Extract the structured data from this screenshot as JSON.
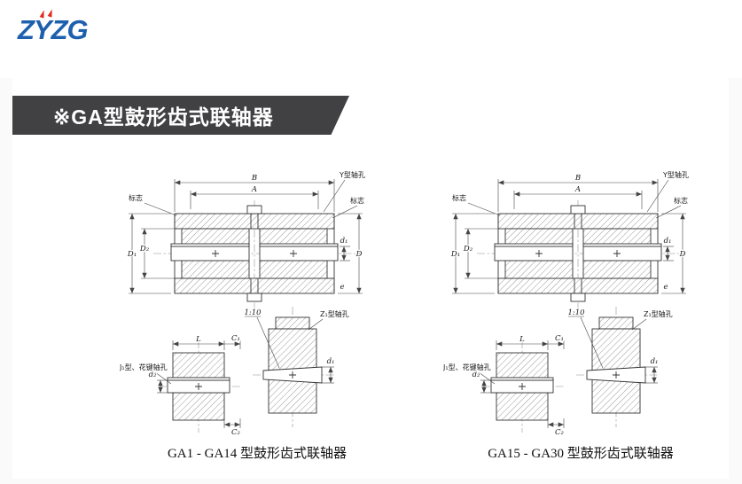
{
  "logo": {
    "part1": "ZY",
    "part2": "ZG"
  },
  "banner": {
    "title": "※GA型鼓形齿式联轴器"
  },
  "figures": {
    "left": {
      "caption": "GA1 - GA14 型鼓形齿式联轴器"
    },
    "right": {
      "caption": "GA15 - GA30 型鼓形齿式联轴器"
    }
  },
  "labels": {
    "dim_B": "B",
    "dim_A": "A",
    "y_bore": "Y型轴孔",
    "mark": "标志",
    "dim_D1": "D₁",
    "dim_D2": "D₂",
    "dim_d1": "d₁",
    "dim_D": "D",
    "dim_e": "e",
    "taper": "1:10",
    "z1_bore": "Z₁型轴孔",
    "j1_bore": "J₁型、花键轴孔",
    "dim_L": "L",
    "dim_C1": "C₁",
    "dim_C2": "C₂",
    "dim_d2": "d₂"
  },
  "colors": {
    "logo_blue": "#1e5fae",
    "logo_red": "#e02b20",
    "banner_bg": "#414042",
    "banner_text": "#ffffff"
  }
}
